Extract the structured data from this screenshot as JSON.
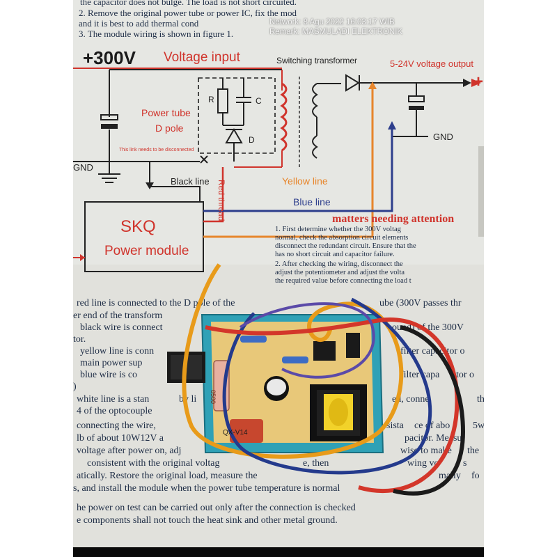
{
  "overlay": {
    "network_line": "Network: 8 Agu 2022 16:03:17 WIB",
    "remark_line": "Remark: MASMULADI ELEKTRONIK"
  },
  "instructions_top": [
    "the capacitor does not bulge. The load is not short circuited.",
    "2. Remove the original power tube or power IC, fix the mod",
    "and it is best to add thermal cond",
    "3. The module wiring is shown in figure 1."
  ],
  "diagram": {
    "voltage": "+300V",
    "voltage_input": "Voltage input",
    "switching_transformer": "Switching transformer",
    "output_label": "5-24V voltage output",
    "power_tube": "Power tube",
    "d_pole": "D pole",
    "r": "R",
    "c": "C",
    "d": "D",
    "gnd_left": "GND",
    "gnd_right": "GND",
    "disconnect_note": "This link needs to be disconnected",
    "black_line": "Black line",
    "red_thread": "Red thread",
    "yellow_line": "Yellow line",
    "blue_line": "Blue line",
    "skq": "SKQ",
    "power_module": "Power module",
    "plus_sign": "+"
  },
  "attention": {
    "title": "matters needing attention",
    "lines": [
      "1. First determine whether the 300V voltag",
      "normal, check the absorption circuit elements",
      "disconnect the redundant circuit. Ensure that the",
      "has no short circuit and capacitor failure.",
      "2. After checking the wiring, disconnect the",
      "adjust the potentiometer and adjust the volta",
      "the required value before connecting the load t"
    ]
  },
  "body_lines": [
    "red line is connected to the D pole of the",
    "ube (300V passes thr",
    "er end of the transform",
    "black wire is connect",
    "ound) of the 300V",
    "tor.",
    "yellow line is conn",
    "filter capacitor o",
    "main power sup",
    "blue wire is co",
    "filter capa",
    "tor o",
    ")",
    "white line is a stan",
    "by li",
    "ed, conne",
    "th",
    "4 of the optocouple",
    "connecting the wire,",
    "sista",
    "ce of abo",
    "5w",
    "lb of about 10W12V a",
    "pacitor. Measu",
    "voltage after power on, adj",
    "the module",
    "wise to make",
    "the",
    "consistent with the original voltag",
    "e, then",
    "wing vo",
    "s",
    "atically. Restore the original load, measure the",
    "mally",
    "fo",
    "s, and install the module when the power tube temperature is normal",
    "he power on test can be carried out only after the connection is checked",
    "e components shall not touch the heat sink and other metal ground."
  ],
  "board": {
    "silk_label": "QX-V14",
    "resistor_code": "0500"
  }
}
